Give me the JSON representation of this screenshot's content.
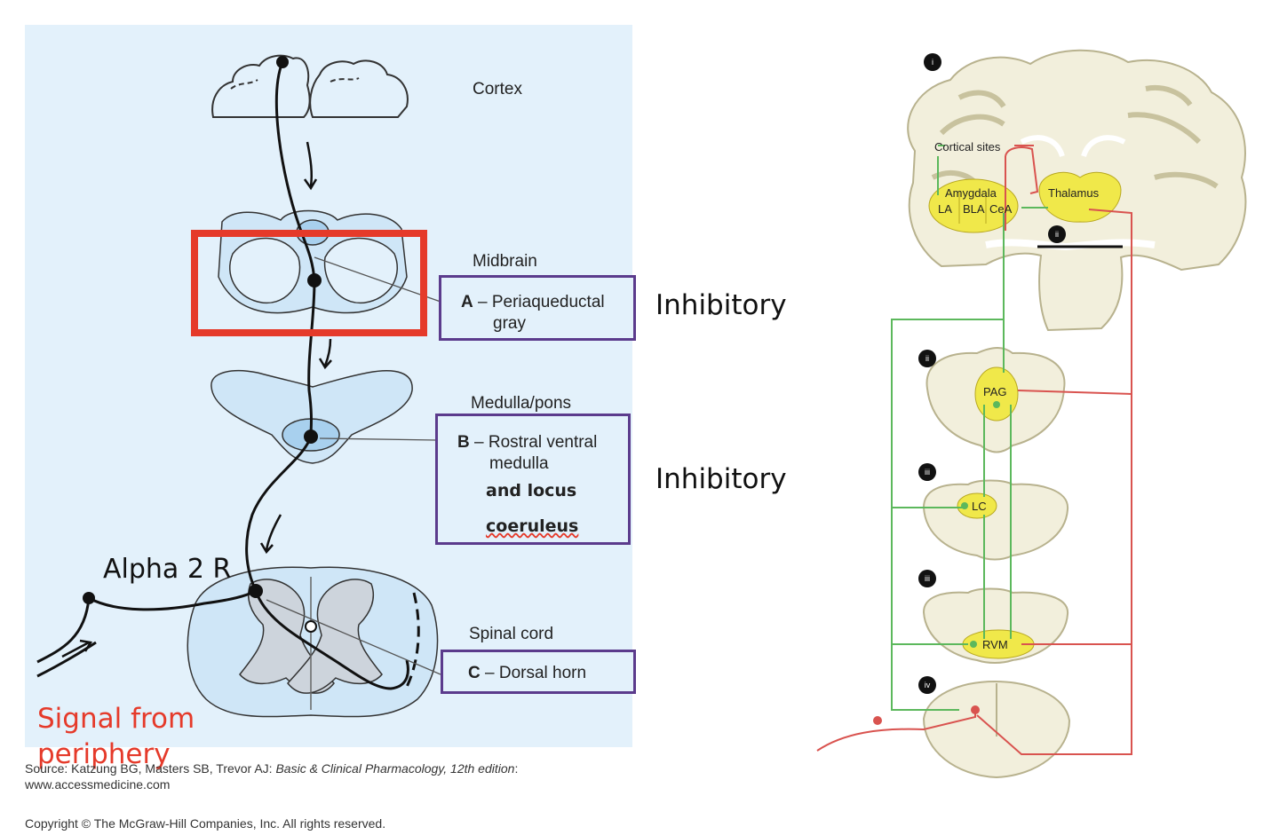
{
  "left": {
    "levels": {
      "cortex": "Cortex",
      "midbrain": "Midbrain",
      "medulla_pons": "Medulla/pons",
      "spinal_cord": "Spinal cord"
    },
    "box_a": {
      "letter": "A",
      "dash": " – ",
      "text1": "Periaqueductal",
      "text2": "gray"
    },
    "box_b": {
      "letter": "B",
      "dash": " – ",
      "text1": "Rostral ventral",
      "text2": "medulla",
      "extra1": "and locus",
      "extra2": "coeruleus"
    },
    "box_c": {
      "letter": "C",
      "dash": " – ",
      "text1": "Dorsal horn"
    },
    "inhibitory_1": "Inhibitory",
    "inhibitory_2": "Inhibitory",
    "alpha_label": "Alpha 2 R",
    "signal_label_1": "Signal from",
    "signal_label_2": "periphery",
    "source_line1_a": "Source: Katzung BG, Masters SB, Trevor AJ: ",
    "source_line1_b": "Basic & Clinical Pharmacology, 12th edition",
    "source_line1_c": ":",
    "source_line2": "www.accessmedicine.com",
    "copyright": "Copyright © The McGraw-Hill Companies, Inc. All rights reserved."
  },
  "right": {
    "labels": {
      "cortical_sites": "Cortical sites",
      "amygdala": "Amygdala",
      "la": "LA",
      "bla": "BLA",
      "cea": "CeA",
      "thalamus": "Thalamus",
      "pag": "PAG",
      "lc": "LC",
      "rvm": "RVM"
    },
    "markers": [
      "i",
      "ii",
      "ii",
      "iii",
      "iii",
      "iv"
    ]
  },
  "colors": {
    "panel_bg": "#e3f1fb",
    "highlight_red": "#e53a2a",
    "box_purple": "#5b3b8c",
    "blue_text": "#1f2fbf",
    "green_path": "#5cb85c",
    "red_path": "#d9534f",
    "nucleus_yellow": "#f0e84a"
  }
}
